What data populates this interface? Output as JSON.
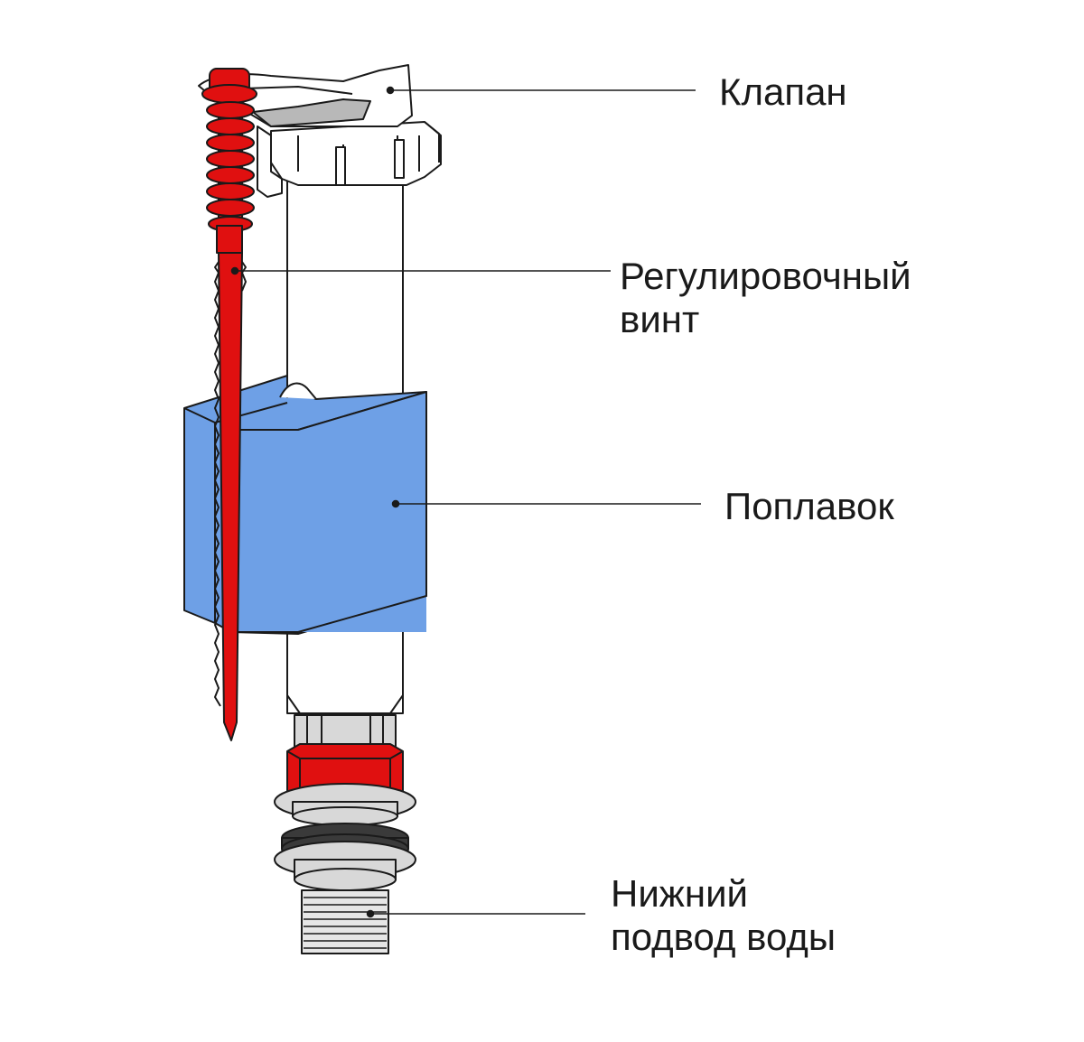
{
  "labels": {
    "valve": "Клапан",
    "screw_line1": "Регулировочный",
    "screw_line2": "винт",
    "float": "Поплавок",
    "inlet_line1": "Нижний",
    "inlet_line2": "подвод воды"
  },
  "colors": {
    "screw": "#e01010",
    "float": "#6ea0e6",
    "nut": "#e01010",
    "gasket": "#3a3a3a",
    "body": "#ffffff",
    "metal": "#d8d8d8",
    "outline": "#1a1a1a"
  }
}
